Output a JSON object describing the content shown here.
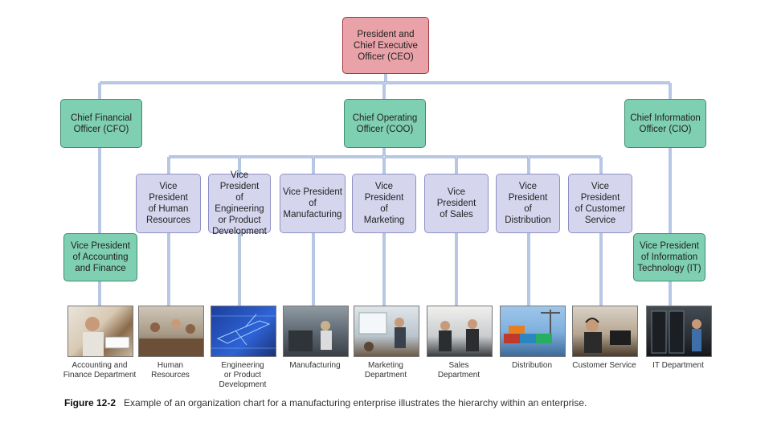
{
  "ceo": "President and\nChief Executive\nOfficer (CEO)",
  "cfo": "Chief Financial\nOfficer (CFO)",
  "coo": "Chief Operating\nOfficer (COO)",
  "cio": "Chief Information\nOfficer (CIO)",
  "vp_accounting": "Vice President\nof Accounting\nand Finance",
  "vp_hr": "Vice President\nof Human\nResources",
  "vp_eng": "Vice President\nof Engineering\nor Product\nDevelopment",
  "vp_mfg": "Vice President\nof\nManufacturing",
  "vp_mkt": "Vice President\nof\nMarketing",
  "vp_sales": "Vice President\nof Sales",
  "vp_dist": "Vice President\nof\nDistribution",
  "vp_cs": "Vice President\nof Customer\nService",
  "vp_it": "Vice President\nof Information\nTechnology (IT)",
  "departments": [
    {
      "label": "Accounting and\nFinance Department",
      "icon": "accounting-photo"
    },
    {
      "label": "Human\nResources",
      "icon": "meeting-photo"
    },
    {
      "label": "Engineering\nor Product\nDevelopment",
      "icon": "blueprint-photo"
    },
    {
      "label": "Manufacturing",
      "icon": "factory-photo"
    },
    {
      "label": "Marketing\nDepartment",
      "icon": "presentation-photo"
    },
    {
      "label": "Sales\nDepartment",
      "icon": "sales-photo"
    },
    {
      "label": "Distribution",
      "icon": "shipping-photo"
    },
    {
      "label": "Customer Service",
      "icon": "callcenter-photo"
    },
    {
      "label": "IT Department",
      "icon": "server-photo"
    }
  ],
  "caption": {
    "figure": "Figure 12-2",
    "text": "Example of an organization chart for a manufacturing enterprise illustrates the hierarchy within an enterprise."
  },
  "colors": {
    "ceo": "#e8a2a8",
    "executive": "#7fcfb3",
    "vice_president": "#d5d6ee",
    "connector": "#6f8fc8"
  }
}
